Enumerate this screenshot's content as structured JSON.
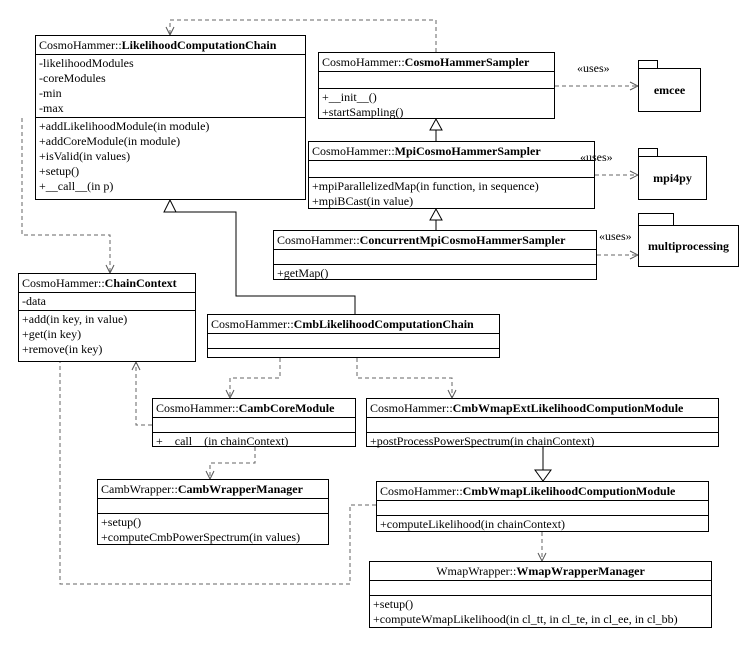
{
  "classes": {
    "lcc": {
      "prefix": "CosmoHammer::",
      "name": "LikelihoodComputationChain",
      "attributes": [
        "-likelihoodModules",
        "-coreModules",
        "-min",
        "-max"
      ],
      "operations": [
        "+addLikelihoodModule(in module)",
        "+addCoreModule(in module)",
        "+isValid(in values)",
        "+setup()",
        "+__call__(in p)"
      ]
    },
    "chs": {
      "prefix": "CosmoHammer::",
      "name": "CosmoHammerSampler",
      "attributes": [],
      "operations": [
        "+__init__()",
        "+startSampling()"
      ]
    },
    "mpi": {
      "prefix": "CosmoHammer::",
      "name": "MpiCosmoHammerSampler",
      "attributes": [],
      "operations": [
        "+mpiParallelizedMap(in function, in sequence)",
        "+mpiBCast(in value)"
      ]
    },
    "conc": {
      "prefix": "CosmoHammer::",
      "name": "ConcurrentMpiCosmoHammerSampler",
      "attributes": [],
      "operations": [
        "+getMap()"
      ]
    },
    "ctx": {
      "prefix": "CosmoHammer::",
      "name": "ChainContext",
      "attributes": [
        "-data"
      ],
      "operations": [
        "+add(in key, in value)",
        "+get(in key)",
        "+remove(in key)"
      ]
    },
    "cmb": {
      "prefix": "CosmoHammer::",
      "name": "CmbLikelihoodComputationChain",
      "attributes": [],
      "operations": []
    },
    "core": {
      "prefix": "CosmoHammer::",
      "name": "CambCoreModule",
      "attributes": [],
      "operations": [
        "+__call__(in chainContext)"
      ]
    },
    "ext": {
      "prefix": "CosmoHammer::",
      "name": "CmbWmapExtLikelihoodComputionModule",
      "attributes": [],
      "operations": [
        "+postProcessPowerSpectrum(in chainContext)"
      ]
    },
    "cwm": {
      "prefix": "CambWrapper::",
      "name": "CambWrapperManager",
      "attributes": [],
      "operations": [
        "+setup()",
        "+computeCmbPowerSpectrum(in values)"
      ]
    },
    "wlm": {
      "prefix": "CosmoHammer::",
      "name": "CmbWmapLikelihoodComputionModule",
      "attributes": [],
      "operations": [
        "+computeLikelihood(in chainContext)"
      ]
    },
    "wwm": {
      "prefix": "WmapWrapper::",
      "name": "WmapWrapperManager",
      "attributes": [],
      "operations": [
        "+setup()",
        "+computeWmapLikelihood(in cl_tt, in cl_te, in cl_ee, in cl_bb)"
      ]
    }
  },
  "packages": {
    "emcee": "emcee",
    "mpi4py": "mpi4py",
    "multiprocessing": "multiprocessing"
  },
  "stereotypes": {
    "uses": "«uses»"
  }
}
